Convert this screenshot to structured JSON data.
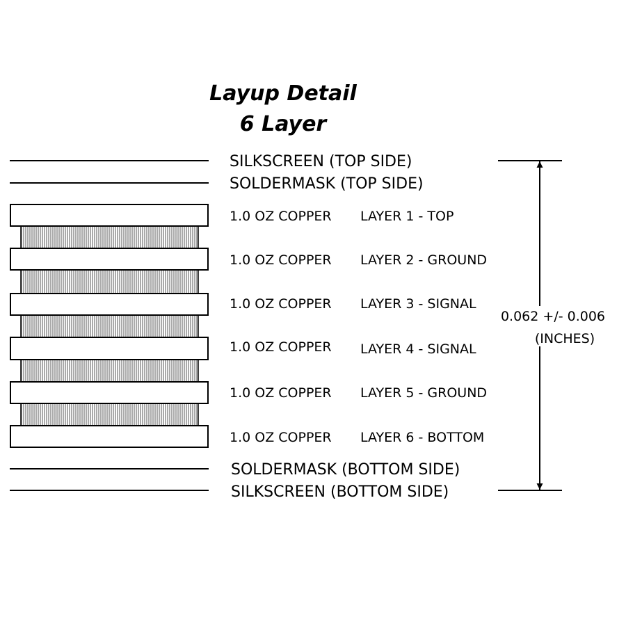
{
  "title": {
    "line1": "Layup Detail",
    "line2": "6 Layer"
  },
  "top_layers": {
    "silkscreen": "SILKSCREEN (TOP SIDE)",
    "soldermask": "SOLDERMASK (TOP SIDE)"
  },
  "bottom_layers": {
    "soldermask": "SOLDERMASK (BOTTOM SIDE)",
    "silkscreen": "SILKSCREEN (BOTTOM SIDE)"
  },
  "copper_layers": [
    {
      "weight": "1.0 OZ COPPER",
      "name": "LAYER 1 - TOP"
    },
    {
      "weight": "1.0 OZ COPPER",
      "name": "LAYER 2 - GROUND"
    },
    {
      "weight": "1.0 OZ COPPER",
      "name": "LAYER 3 - SIGNAL"
    },
    {
      "weight": "1.0 OZ COPPER",
      "name": "LAYER 4 - SIGNAL"
    },
    {
      "weight": "1.0 OZ COPPER",
      "name": "LAYER 5 - GROUND"
    },
    {
      "weight": "1.0 OZ COPPER",
      "name": "LAYER 6 - BOTTOM"
    }
  ],
  "thickness": {
    "value": "0.062 +/- 0.006",
    "unit": "(INCHES)"
  }
}
